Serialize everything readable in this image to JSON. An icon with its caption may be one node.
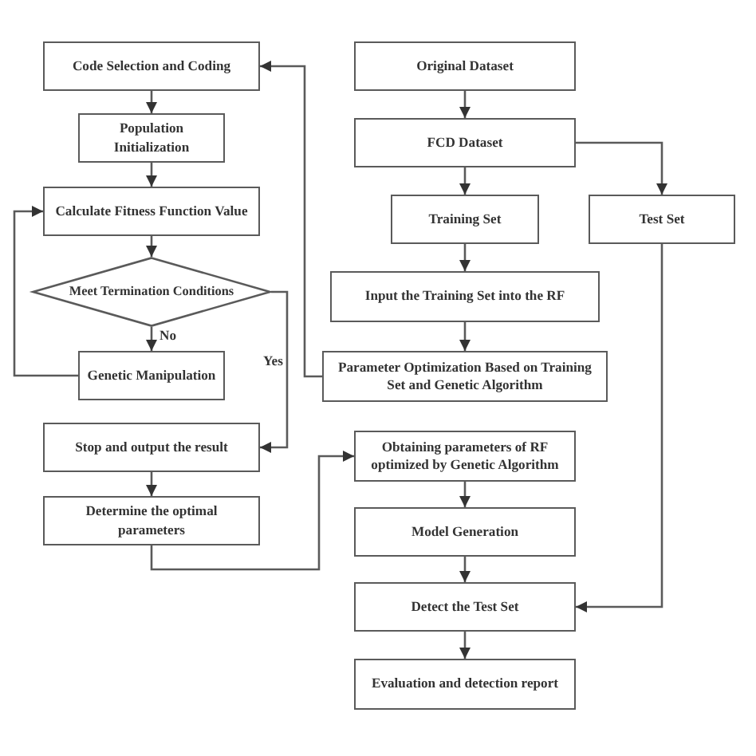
{
  "diagram": {
    "nodes": [
      {
        "text": [
          "Code Selection and Coding"
        ]
      },
      {
        "text": [
          "Population Initialization"
        ]
      },
      {
        "text": [
          "Calculate Fitness Function Value"
        ]
      },
      {
        "text": [
          "Meet Termination Conditions"
        ]
      },
      {
        "text": [
          "Genetic Manipulation"
        ]
      },
      {
        "text": [
          "Stop and output the result"
        ]
      },
      {
        "text": [
          "Determine the optimal parameters"
        ]
      },
      {
        "text": [
          "Original Dataset"
        ]
      },
      {
        "text": [
          "FCD Dataset"
        ]
      },
      {
        "text": [
          "Training Set"
        ]
      },
      {
        "text": [
          "Test Set"
        ]
      },
      {
        "text": [
          "Input the Training Set into the RF"
        ]
      },
      {
        "text": [
          "Parameter Optimization Based on Training Set and Genetic Algorithm"
        ]
      },
      {
        "text": [
          "Obtaining parameters of RF optimized by Genetic Algorithm"
        ]
      },
      {
        "text": [
          "Model Generation"
        ]
      },
      {
        "text": [
          "Detect the Test Set"
        ]
      },
      {
        "text": [
          "Evaluation and detection report"
        ]
      }
    ],
    "edges": [
      {
        "from": 0,
        "to": 1,
        "arrow": "to"
      },
      {
        "from": 1,
        "to": 2,
        "arrow": "to"
      },
      {
        "from": 2,
        "to": 3,
        "arrow": "to"
      },
      {
        "from": 3,
        "to": 4,
        "arrow": "to",
        "label": "No"
      },
      {
        "from": 4,
        "to": 2,
        "arrow": "to"
      },
      {
        "from": 3,
        "to": 5,
        "arrow": "to",
        "label": "Yes"
      },
      {
        "from": 5,
        "to": 6,
        "arrow": "to"
      },
      {
        "from": 6,
        "to": 13,
        "arrow": "to"
      },
      {
        "from": 12,
        "to": 0,
        "arrow": "to"
      },
      {
        "from": 7,
        "to": 8,
        "arrow": "to"
      },
      {
        "from": 8,
        "to": 9,
        "arrow": "to"
      },
      {
        "from": 8,
        "to": 10,
        "arrow": "to"
      },
      {
        "from": 9,
        "to": 11,
        "arrow": "to"
      },
      {
        "from": 11,
        "to": 12,
        "arrow": "to"
      },
      {
        "from": 13,
        "to": 14,
        "arrow": "to"
      },
      {
        "from": 14,
        "to": 15,
        "arrow": "to"
      },
      {
        "from": 10,
        "to": 15,
        "arrow": "to"
      },
      {
        "from": 15,
        "to": 16,
        "arrow": "to"
      }
    ]
  }
}
